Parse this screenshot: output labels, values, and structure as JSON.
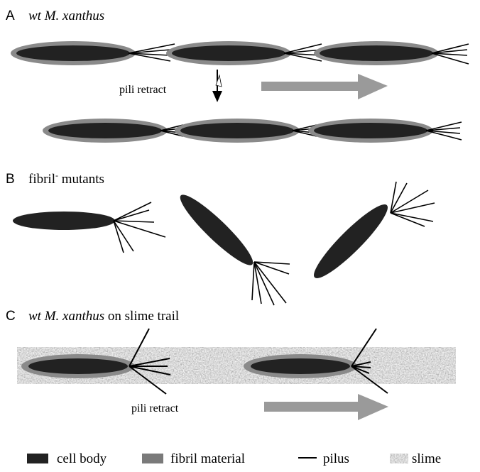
{
  "panels": [
    {
      "letter": "A",
      "title_italic": "wt M. xanthus",
      "title_rest": "",
      "annotation": "pili  retract"
    },
    {
      "letter": "B",
      "title_italic": "",
      "title_rest": "fibril",
      "title_sup": "-",
      "title_after": " mutants"
    },
    {
      "letter": "C",
      "title_italic": "wt M. xanthus",
      "title_rest": " on slime trail",
      "annotation": "pili retract"
    }
  ],
  "legend": [
    {
      "label": "cell body",
      "color": "#222222"
    },
    {
      "label": "fibril material",
      "color": "#7a7a7a"
    },
    {
      "label": "pilus",
      "color": "#000000"
    },
    {
      "label": "slime",
      "color": "#b8b8b8"
    }
  ],
  "colors": {
    "cell_body": "#222222",
    "fibril": "#8a8a8a",
    "arrow": "#9a9a9a",
    "slime_base": "#b8b8b8"
  }
}
